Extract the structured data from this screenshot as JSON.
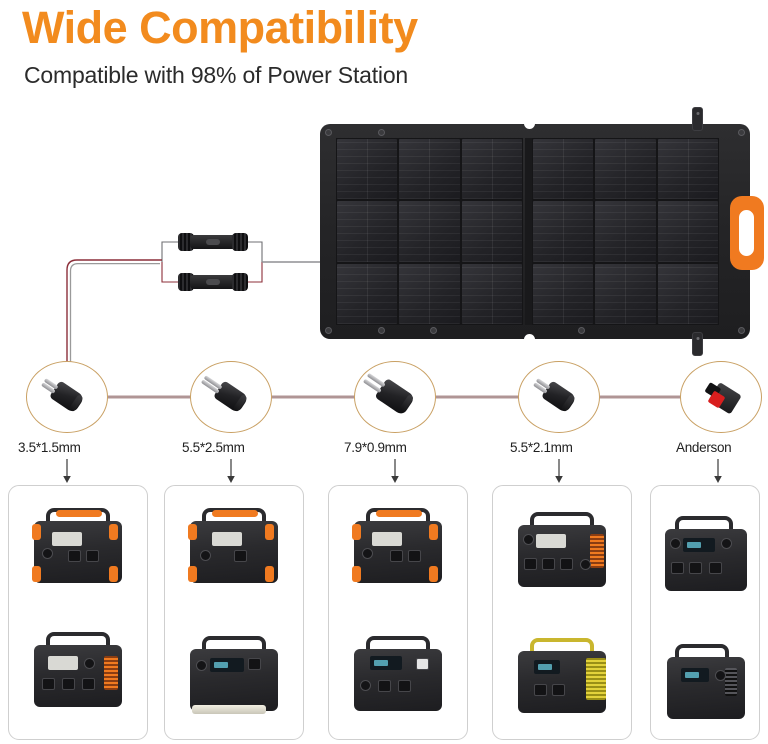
{
  "header": {
    "title": "Wide Compatibility",
    "subtitle": "Compatible with 98% of Power Station",
    "title_color": "#F28B1E",
    "subtitle_color": "#2b2b2b"
  },
  "panel": {
    "name": "foldable-solar-panel",
    "halves": 2,
    "cells_per_half": 9,
    "frame_color": "#26262a",
    "cell_color": "#1b1b1f",
    "handle_color": "#F07A20"
  },
  "cabling": {
    "splitter_count": 2,
    "splitter_name": "mc4-connector",
    "cable_color_positive": "#8c2f3a",
    "cable_color_neutral": "#9a9a9a",
    "branch_cable_color": "#b09595"
  },
  "connectors": [
    {
      "label": "3.5*1.5mm",
      "type": "barrel-plug",
      "pins": 2
    },
    {
      "label": "5.5*2.5mm",
      "type": "barrel-plug",
      "pins": 2
    },
    {
      "label": "7.9*0.9mm",
      "type": "barrel-plug",
      "pins": 2
    },
    {
      "label": "5.5*2.1mm",
      "type": "barrel-plug",
      "pins": 2
    },
    {
      "label": "Anderson",
      "type": "anderson-connector",
      "pins": 2
    }
  ],
  "ring_color": "#C9A063",
  "cards": [
    {
      "name": "card-3-5x1-5mm",
      "products": [
        {
          "name": "power-station-orange-handle",
          "accent": "#F07A20",
          "screen": "light"
        },
        {
          "name": "power-station-black-orange-side",
          "accent": "#F07A20",
          "screen": "light"
        }
      ]
    },
    {
      "name": "card-5-5x2-5mm",
      "products": [
        {
          "name": "power-station-t1000",
          "accent": "#F07A20",
          "screen": "light"
        },
        {
          "name": "power-station-black-lightbar",
          "accent": "#2b2b2e",
          "screen": "dark"
        }
      ]
    },
    {
      "name": "card-7-9x0-9mm",
      "products": [
        {
          "name": "power-station-orange-frame",
          "accent": "#F07A20",
          "screen": "light"
        },
        {
          "name": "power-station-black-compact",
          "accent": "#2b2b2e",
          "screen": "dark"
        }
      ]
    },
    {
      "name": "card-5-5x2-1mm",
      "products": [
        {
          "name": "power-station-orange-vent",
          "accent": "#F07A20",
          "screen": "light"
        },
        {
          "name": "power-station-yellow-vent",
          "accent": "#E3D23B",
          "screen": "dark"
        }
      ]
    },
    {
      "name": "card-anderson",
      "products": [
        {
          "name": "power-station-grey-large",
          "accent": "#55555a",
          "screen": "dark"
        },
        {
          "name": "power-station-grey-compact",
          "accent": "#55555a",
          "screen": "dark"
        }
      ]
    }
  ]
}
